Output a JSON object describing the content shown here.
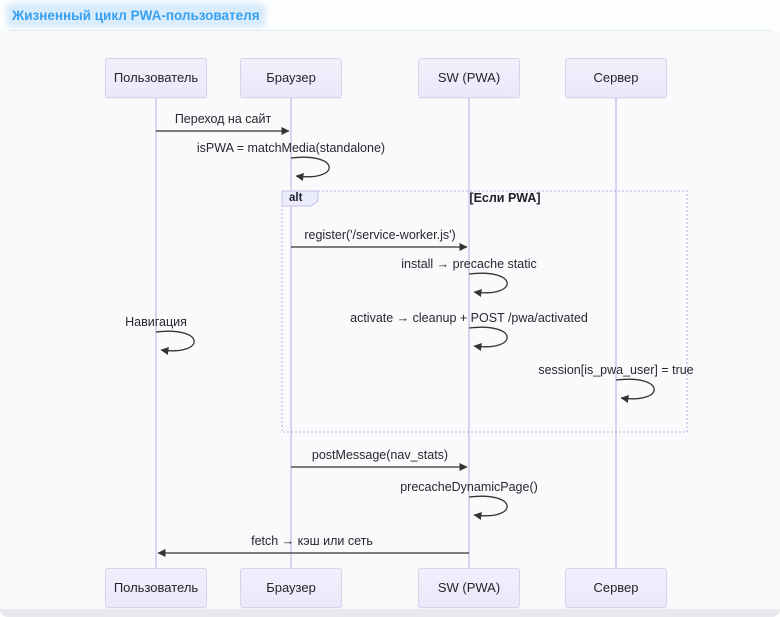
{
  "header": {
    "title": "Жизненный цикл PWA-пользователя"
  },
  "diagram_type": "sequence",
  "actors": [
    {
      "label": "Пользователь"
    },
    {
      "label": "Браузер"
    },
    {
      "label": "SW (PWA)"
    },
    {
      "label": "Сервер"
    }
  ],
  "alt_block": {
    "keyword": "alt",
    "condition": "[Если PWA]"
  },
  "messages": [
    {
      "text": "Переход на сайт",
      "from": "Пользователь",
      "to": "Браузер",
      "type": "arrow"
    },
    {
      "text": "isPWA = matchMedia(standalone)",
      "on": "Браузер",
      "type": "self"
    },
    {
      "text": "register('/service-worker.js')",
      "from": "Браузер",
      "to": "SW (PWA)",
      "type": "arrow"
    },
    {
      "text": "install → precache static",
      "on": "SW (PWA)",
      "type": "self"
    },
    {
      "text": "activate → cleanup + POST /pwa/activated",
      "on": "SW (PWA)",
      "type": "self"
    },
    {
      "text": "Навигация",
      "on": "Пользователь",
      "type": "self"
    },
    {
      "text": "session[is_pwa_user] = true",
      "on": "Сервер",
      "type": "self"
    },
    {
      "text": "postMessage(nav_stats)",
      "from": "Браузер",
      "to": "SW (PWA)",
      "type": "arrow"
    },
    {
      "text": "precacheDynamicPage()",
      "on": "SW (PWA)",
      "type": "self"
    },
    {
      "text": "fetch → кэш или сеть",
      "from": "SW (PWA)",
      "to": "Пользователь",
      "type": "arrow"
    }
  ],
  "colors": {
    "title_text": "#38a0f0",
    "title_highlight": "#d8ecfc",
    "actor_fill": "#ececfb",
    "actor_border": "#d4d4ee",
    "lifeline": "#d2cbef",
    "arrow": "#333333",
    "alt_frame": "#b9a9e4",
    "alt_label_fill": "#ececff",
    "diagram_bg": "#f9fafb"
  }
}
